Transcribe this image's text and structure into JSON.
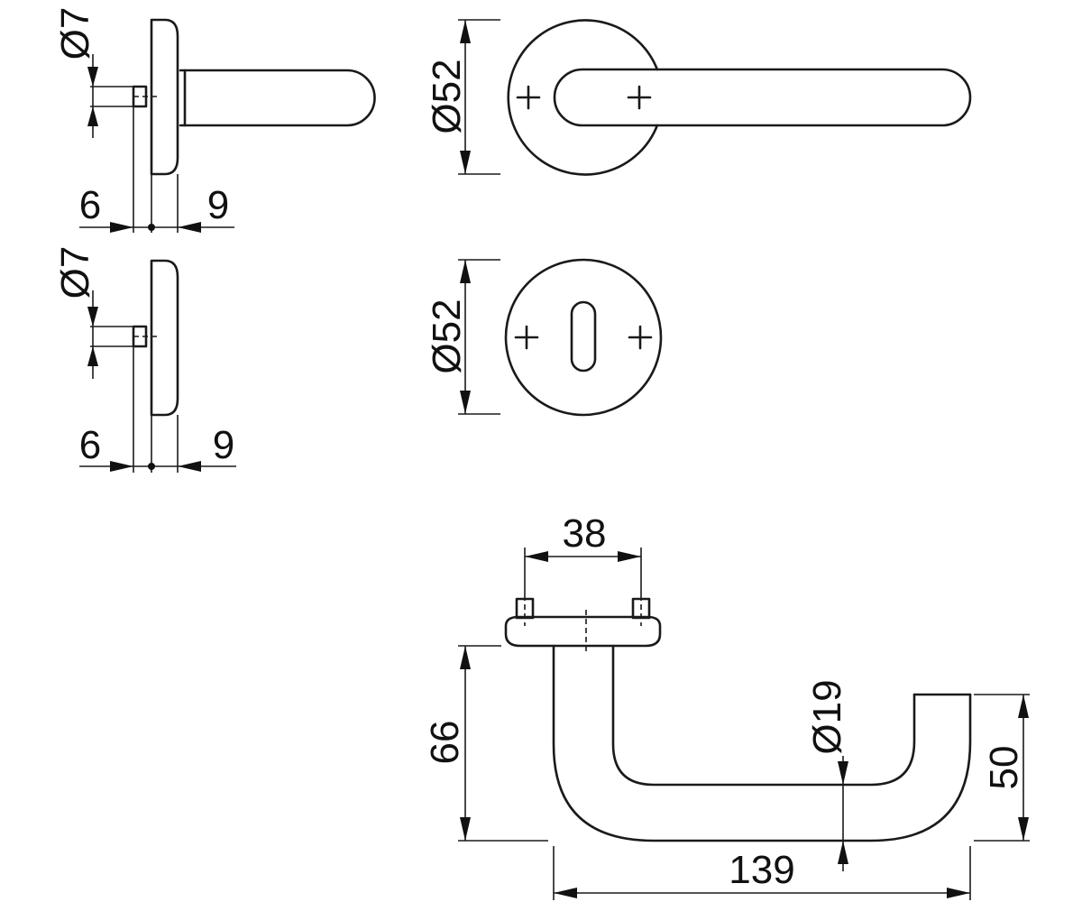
{
  "dimensions": {
    "rose_view_diameter": "Ø7",
    "rose_view_left": "6",
    "rose_view_right": "9",
    "escutcheon_view_diameter": "Ø7",
    "escutcheon_view_left": "6",
    "escutcheon_view_right": "9",
    "rose_front_diameter": "Ø52",
    "escutcheon_front_diameter": "Ø52",
    "screw_spacing": "38",
    "handle_height": "66",
    "grip_diameter": "Ø19",
    "return_height": "50",
    "handle_length": "139"
  },
  "colors": {
    "line": "#1a1a1a",
    "background": "#ffffff"
  }
}
